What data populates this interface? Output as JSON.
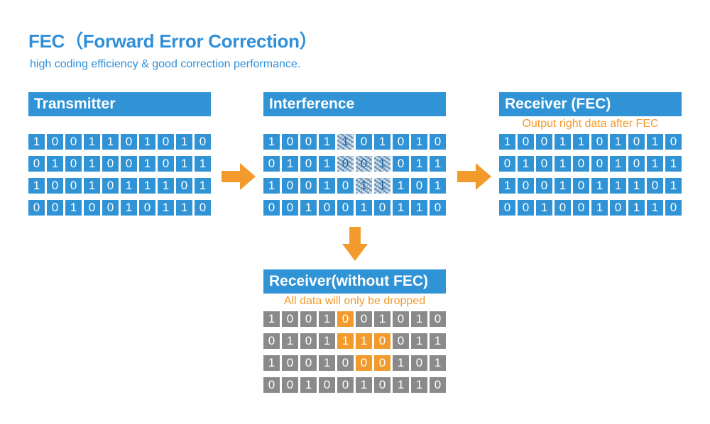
{
  "title": "FEC（Forward Error Correction）",
  "subtitle": "high coding efficiency & good correction performance.",
  "colors": {
    "header_blue": "#2f93d6",
    "title_blue": "#2f8fd8",
    "accent_orange": "#f39a2c",
    "dropped_gray": "#8a8a8a"
  },
  "panels": {
    "transmitter": {
      "label": "Transmitter",
      "rows": [
        [
          "1",
          "0",
          "0",
          "1",
          "1",
          "0",
          "1",
          "0",
          "1",
          "0"
        ],
        [
          "0",
          "1",
          "0",
          "1",
          "0",
          "0",
          "1",
          "0",
          "1",
          "1"
        ],
        [
          "1",
          "0",
          "0",
          "1",
          "0",
          "1",
          "1",
          "1",
          "0",
          "1"
        ],
        [
          "0",
          "0",
          "1",
          "0",
          "0",
          "1",
          "0",
          "1",
          "1",
          "0"
        ]
      ]
    },
    "interference": {
      "label": "Interference",
      "rows": [
        [
          "1",
          "0",
          "0",
          "1",
          "1",
          "0",
          "1",
          "0",
          "1",
          "0"
        ],
        [
          "0",
          "1",
          "0",
          "1",
          "0",
          "0",
          "1",
          "0",
          "1",
          "1"
        ],
        [
          "1",
          "0",
          "0",
          "1",
          "0",
          "1",
          "1",
          "1",
          "0",
          "1"
        ],
        [
          "0",
          "0",
          "1",
          "0",
          "0",
          "1",
          "0",
          "1",
          "1",
          "0"
        ]
      ],
      "noise_cells": [
        [
          0,
          4
        ],
        [
          1,
          4
        ],
        [
          1,
          5
        ],
        [
          1,
          6
        ],
        [
          2,
          5
        ],
        [
          2,
          6
        ]
      ]
    },
    "receiver_fec": {
      "label": "Receiver (FEC)",
      "note": "Output right data after FEC",
      "rows": [
        [
          "1",
          "0",
          "0",
          "1",
          "1",
          "0",
          "1",
          "0",
          "1",
          "0"
        ],
        [
          "0",
          "1",
          "0",
          "1",
          "0",
          "0",
          "1",
          "0",
          "1",
          "1"
        ],
        [
          "1",
          "0",
          "0",
          "1",
          "0",
          "1",
          "1",
          "1",
          "0",
          "1"
        ],
        [
          "0",
          "0",
          "1",
          "0",
          "0",
          "1",
          "0",
          "1",
          "1",
          "0"
        ]
      ]
    },
    "receiver_no_fec": {
      "label": "Receiver(without FEC)",
      "note": "All data will only be dropped",
      "rows": [
        [
          "1",
          "0",
          "0",
          "1",
          "0",
          "0",
          "1",
          "0",
          "1",
          "0"
        ],
        [
          "0",
          "1",
          "0",
          "1",
          "1",
          "1",
          "0",
          "0",
          "1",
          "1"
        ],
        [
          "1",
          "0",
          "0",
          "1",
          "0",
          "0",
          "0",
          "1",
          "0",
          "1"
        ],
        [
          "0",
          "0",
          "1",
          "0",
          "0",
          "1",
          "0",
          "1",
          "1",
          "0"
        ]
      ],
      "error_cells": [
        [
          0,
          4
        ],
        [
          1,
          4
        ],
        [
          1,
          5
        ],
        [
          1,
          6
        ],
        [
          2,
          5
        ],
        [
          2,
          6
        ]
      ]
    }
  }
}
